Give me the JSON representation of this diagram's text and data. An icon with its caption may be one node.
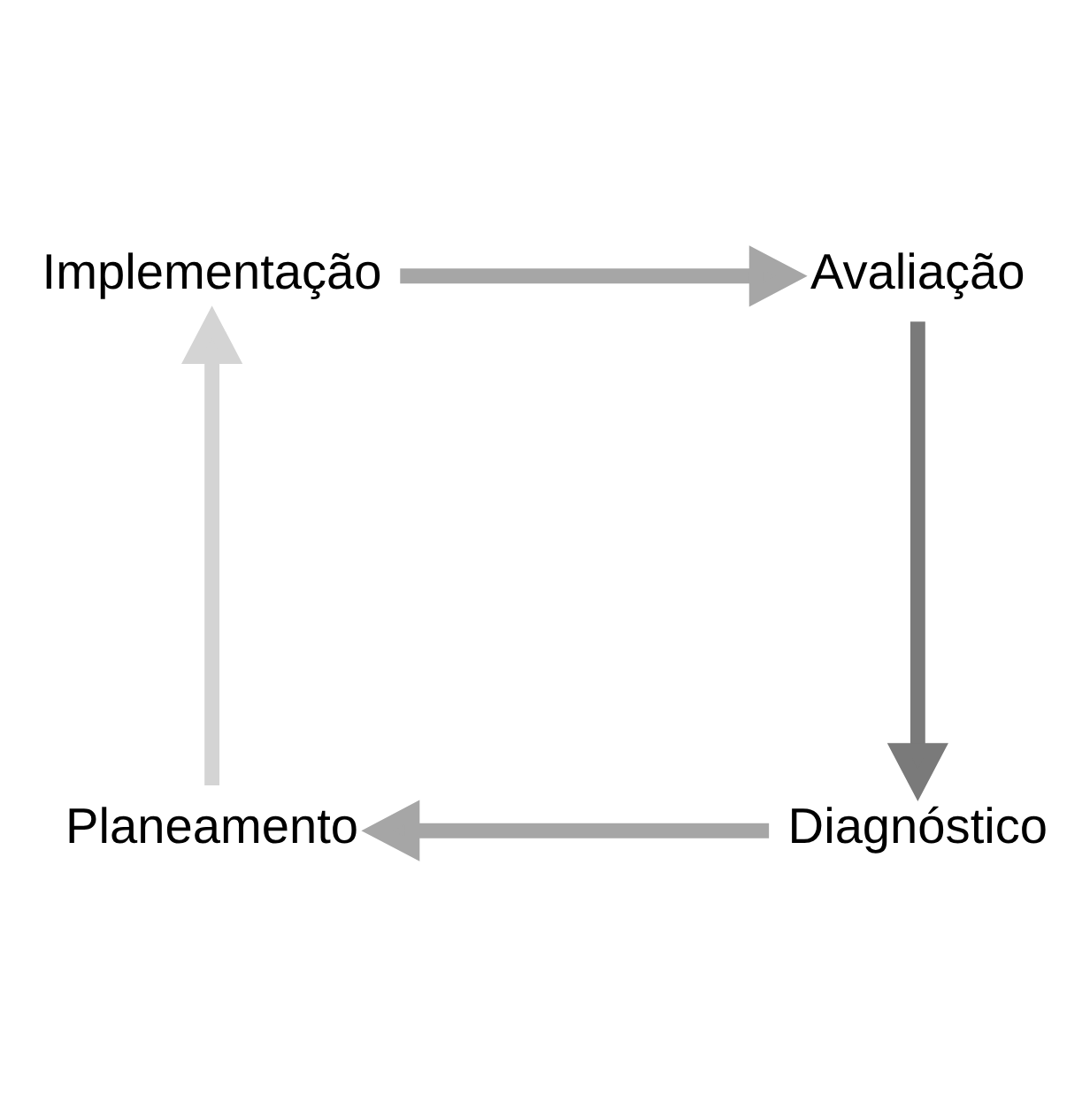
{
  "diagram": {
    "nodes": [
      {
        "text": [
          "Implementação"
        ]
      },
      {
        "text": [
          "Avaliação"
        ]
      },
      {
        "text": [
          "Diagnóstico"
        ]
      },
      {
        "text": [
          "Planeamento"
        ]
      }
    ],
    "edges": [
      {
        "from": 0,
        "to": 1,
        "arrow": "to"
      },
      {
        "from": 1,
        "to": 2,
        "arrow": "to",
        "color": "#7a7a7a"
      },
      {
        "from": 2,
        "to": 3,
        "arrow": "to"
      },
      {
        "from": 3,
        "to": 0,
        "arrow": "to",
        "color": "#d4d4d4"
      }
    ]
  }
}
